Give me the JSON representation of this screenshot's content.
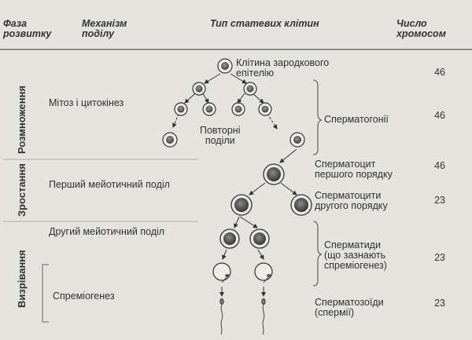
{
  "headers": {
    "phase": [
      "Фаза",
      "розвитку"
    ],
    "mechanism": [
      "Механізм",
      "поділу"
    ],
    "cell_type": "Тип статевих клітин",
    "chromosomes": [
      "Число",
      "хромосом"
    ]
  },
  "phases": [
    "Розмноження",
    "Зростання",
    "Визрівання"
  ],
  "mechanisms": {
    "mitosis": "Мітоз і цитокінез",
    "meiosis1": "Перший мейотичний поділ",
    "meiosis2": "Другий мейотичний поділ",
    "spermiogenesis": "Спреміогенез"
  },
  "annotations": {
    "germ_cell": [
      "Клітина зародкового",
      "епітелію"
    ],
    "repeated": [
      "Повторні",
      "поділи"
    ]
  },
  "cell_types": {
    "spermatogonia": "Сперматогонії",
    "spermatocyte1": [
      "Сперматоцит",
      "першого порядку"
    ],
    "spermatocyte2": [
      "Сперматоцити",
      "другого порядку"
    ],
    "spermatids": [
      "Сперматиди",
      "(що зазнають",
      "спреміогенез)"
    ],
    "spermatozoa": [
      "Сперматозоїди",
      "(спермії)"
    ]
  },
  "chromosome_counts": [
    "46",
    "46",
    "46",
    "23",
    "23",
    "23"
  ]
}
